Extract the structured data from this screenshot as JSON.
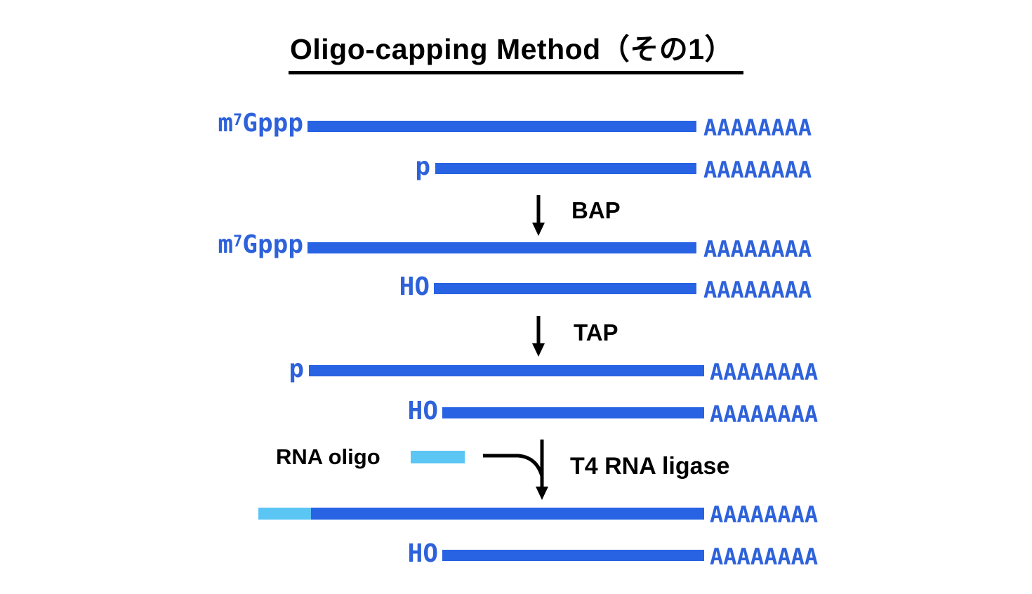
{
  "title": "Oligo-capping Method（その1）",
  "colors": {
    "rna_bar": "#2763E3",
    "rna_text": "#2E62DB",
    "oligo_bar": "#5BC6F4",
    "ink": "#000000"
  },
  "labels": {
    "cap_base": "m",
    "cap_sup": "7",
    "cap_rest": "Gppp",
    "phosphate": "p",
    "hydroxyl": "HO",
    "poly_a": "AAAAAAAA",
    "rna_oligo": "RNA oligo"
  },
  "steps": {
    "bap": "BAP",
    "tap": "TAP",
    "ligase": "T4 RNA ligase"
  }
}
